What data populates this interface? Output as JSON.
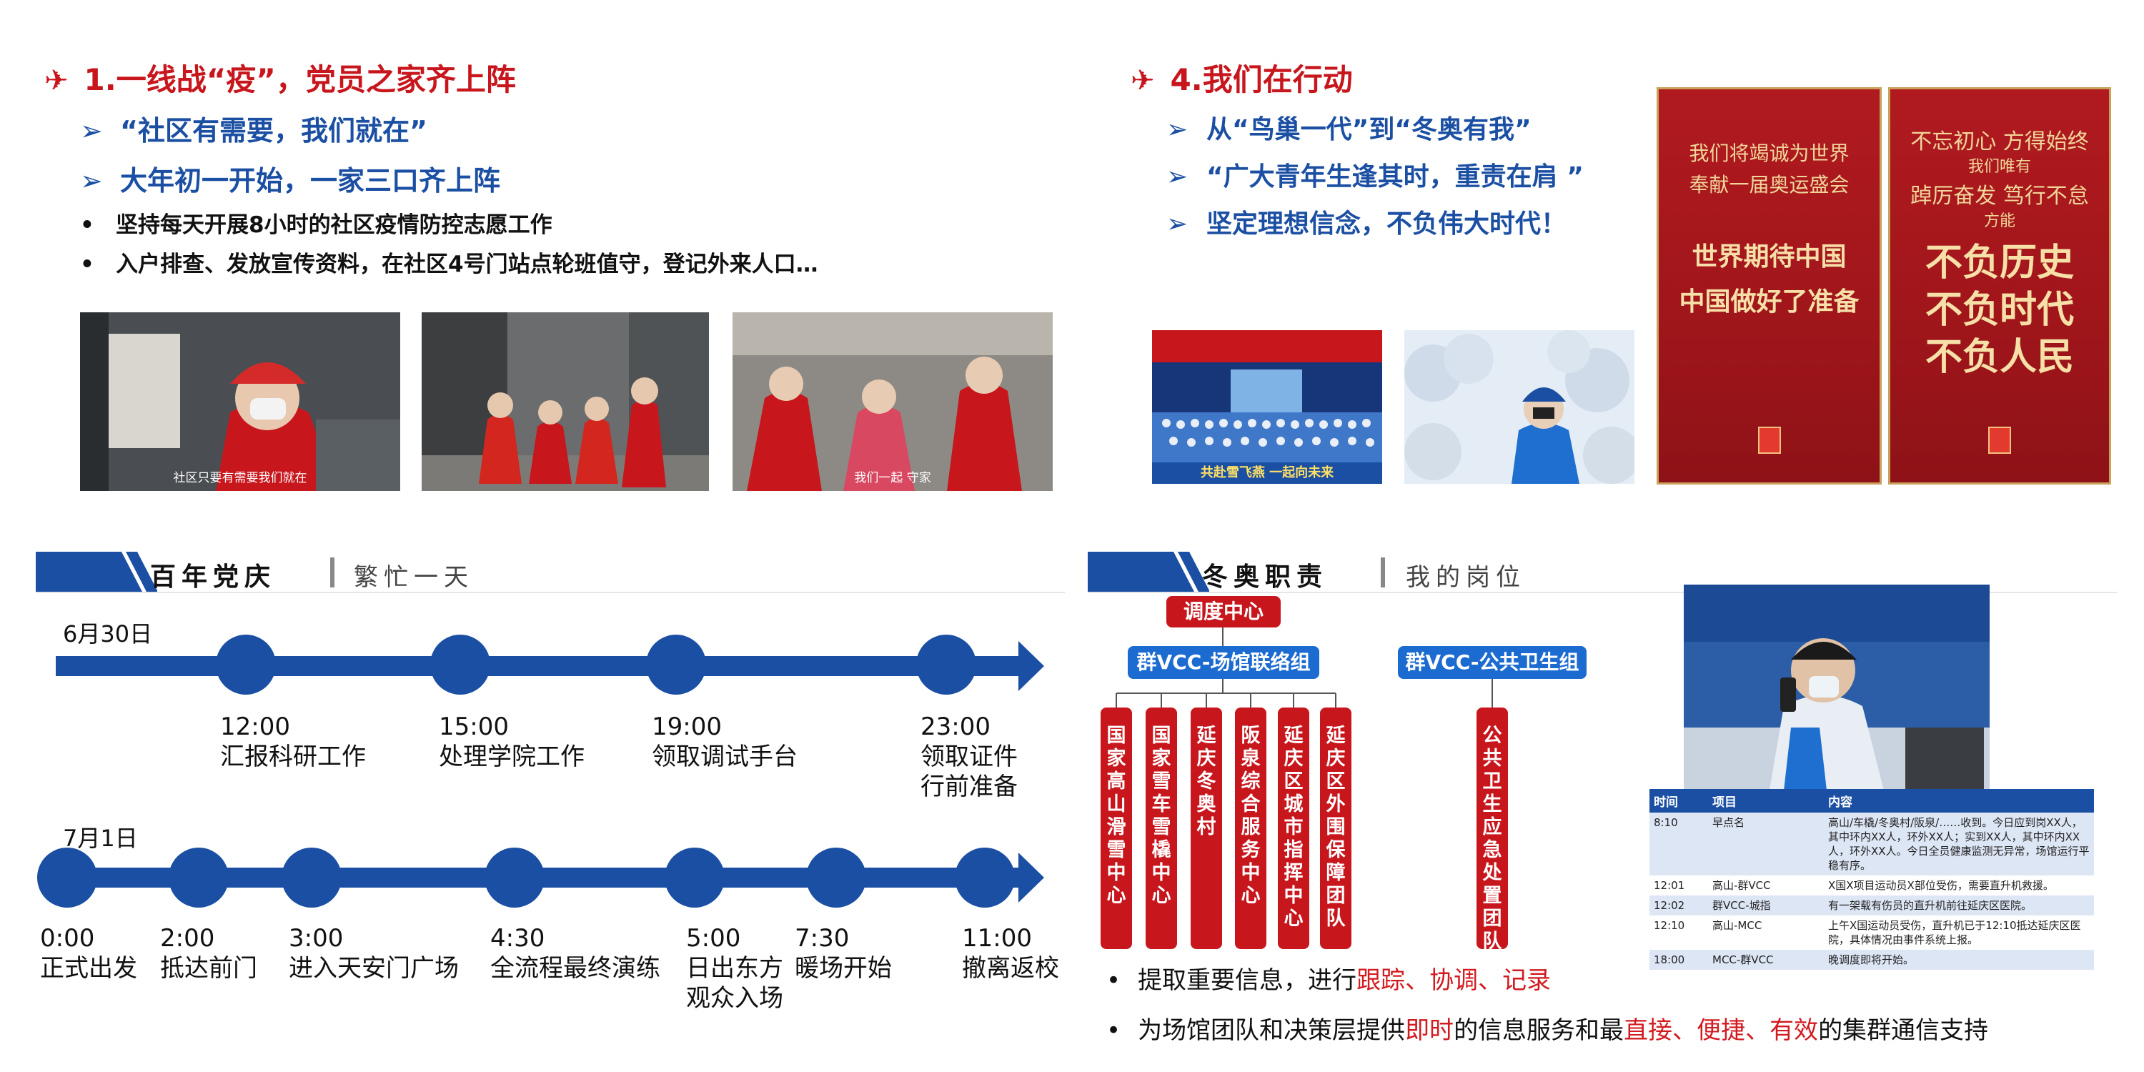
{
  "left_top": {
    "heading": "1.一线战“疫”，党员之家齐上阵",
    "sub1": "“社区有需要，我们就在”",
    "sub2": "大年初一开始，一家三口齐上阵",
    "bullet1": "坚持每天开展8小时的社区疫情防控志愿工作",
    "bullet2": "入户排查、发放宣传资料，在社区4号门站点轮班值守，登记外来人口…",
    "photo1_caption": "社区只要有需要我们就在",
    "photo3_caption": "我们一起 守家"
  },
  "right_top": {
    "heading": "4.我们在行动",
    "sub1": "从“鸟巢一代”到“冬奥有我”",
    "sub2": "“广大青年生逢其时，重责在肩 ”",
    "sub3": "坚定理想信念，不负伟大时代！",
    "group_banner": "共赴雪飞燕 一起向未来",
    "poster1": {
      "line1": "我们将竭诚为世界",
      "line2": "奉献一届奥运盛会",
      "big1": "世界期待中国",
      "big2": "中国做好了准备"
    },
    "poster2": {
      "line1": "不忘初心 方得始终",
      "line2": "我们唯有",
      "line3": "踔厉奋发 笃行不怠",
      "line4": "方能",
      "big1": "不负历史",
      "big2": "不负时代",
      "big3": "不负人民"
    }
  },
  "timeline": {
    "title": "百年党庆",
    "subtitle": "繁忙一天",
    "day1": "6月30日",
    "day1_events": [
      {
        "time": "12:00",
        "label": "汇报科研工作"
      },
      {
        "time": "15:00",
        "label": "处理学院工作"
      },
      {
        "time": "19:00",
        "label": "领取调试手台"
      },
      {
        "time": "23:00",
        "label": "领取证件",
        "label2": "行前准备"
      }
    ],
    "day2": "7月1日",
    "day2_events": [
      {
        "time": "0:00",
        "label": "正式出发"
      },
      {
        "time": "2:00",
        "label": "抵达前门"
      },
      {
        "time": "3:00",
        "label": "进入天安门广场"
      },
      {
        "time": "4:30",
        "label": "全流程最终演练"
      },
      {
        "time": "5:00",
        "label": "日出东方",
        "label2": "观众入场"
      },
      {
        "time": "7:30",
        "label": "暖场开始"
      },
      {
        "time": "11:00",
        "label": "撤离返校"
      }
    ],
    "colors": {
      "blue": "#1b4fa3"
    }
  },
  "winter": {
    "title": "冬奥职责",
    "subtitle": "我的岗位",
    "top_node": "调度中心",
    "group1": "群VCC-场馆联络组",
    "group2": "群VCC-公共卫生组",
    "units": [
      "国家高山滑雪中心",
      "国家雪车雪橇中心",
      "延庆冬奥村",
      "阪泉综合服务中心",
      "延庆区城市指挥中心",
      "延庆区外围保障团队"
    ],
    "health_unit": "公共卫生应急处置团队",
    "bullet1_pre": "提取重要信息，进行",
    "bullet1_k1": "跟踪",
    "bullet1_sep1": "、",
    "bullet1_k2": "协调",
    "bullet1_sep2": "、",
    "bullet1_k3": "记录",
    "bullet2_pre": "为场馆团队和决策层提供",
    "bullet2_k1": "即时",
    "bullet2_mid": "的信息服务和最",
    "bullet2_k2": "直接",
    "bullet2_sep1": "、",
    "bullet2_k3": "便捷",
    "bullet2_sep2": "、",
    "bullet2_k4": "有效",
    "bullet2_post": "的集群通信支持",
    "table": {
      "headers": [
        "时间",
        "项目",
        "内容"
      ],
      "rows": [
        [
          "8:10",
          "早点名",
          "高山/车橇/冬奥村/阪泉/……收到。今日应到岗XX人，其中环内XX人，环外XX人；实到XX人，其中环内XX人，环外XX人。今日全员健康监测无异常，场馆运行平稳有序。"
        ],
        [
          "12:01",
          "高山-群VCC",
          "X国X项目运动员X部位受伤，需要直升机救援。"
        ],
        [
          "12:02",
          "群VCC-城指",
          "有一架载有伤员的直升机前往延庆区医院。"
        ],
        [
          "12:10",
          "高山-MCC",
          "上午X国运动员受伤，直升机已于12:10抵达延庆区医院，具体情况由事件系统上报。"
        ],
        [
          "18:00",
          "MCC-群VCC",
          "晚调度即将开始。"
        ]
      ]
    },
    "colors": {
      "red": "#c8161d",
      "blue": "#1b4fa3"
    }
  }
}
